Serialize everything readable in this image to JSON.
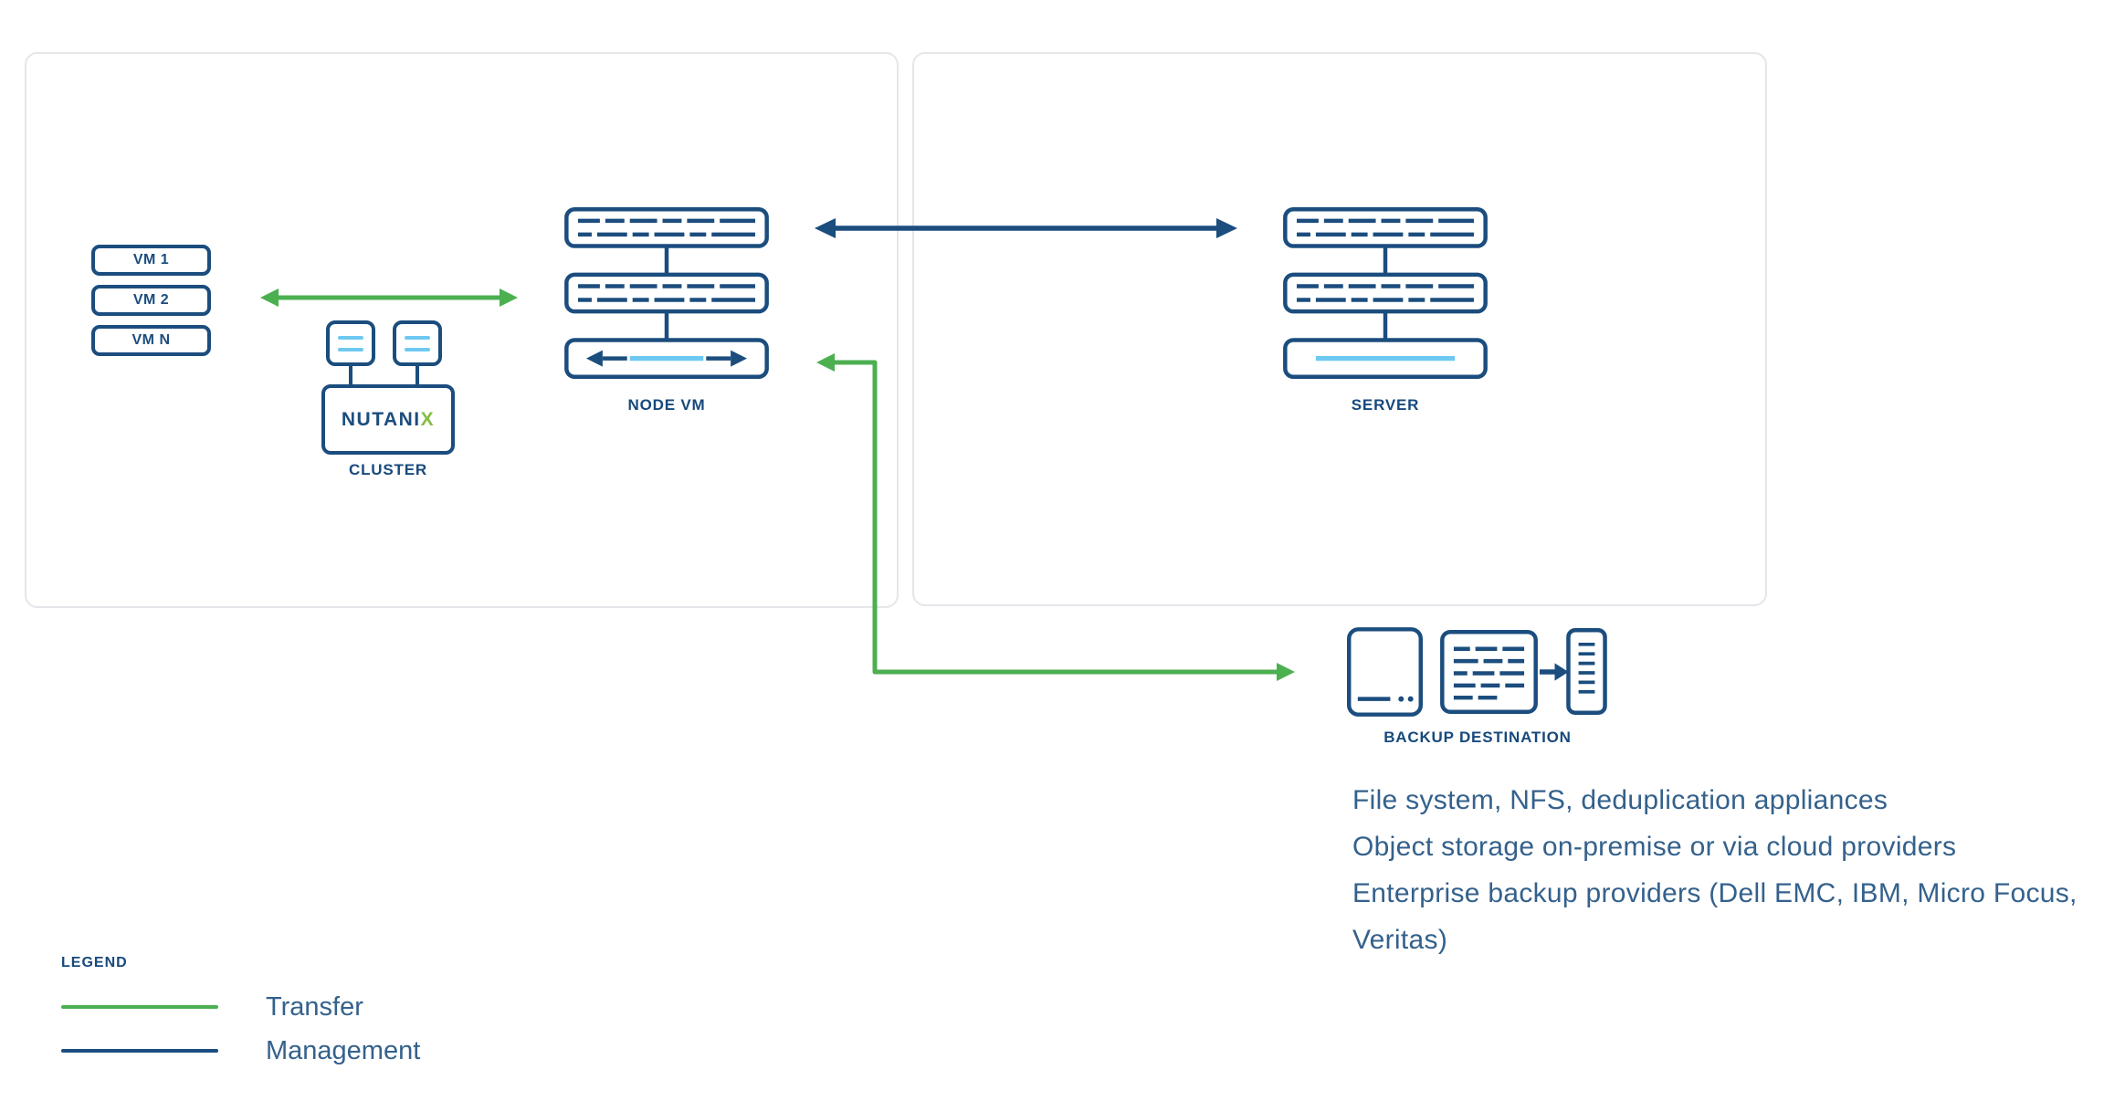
{
  "colors": {
    "navy": "#1b4d7e",
    "green": "#4caf50",
    "light_blue": "#6ec9f2",
    "text_blue": "#34618c",
    "panel_border": "#e4e6ea",
    "nutanix_accent": "#84bd41"
  },
  "left_panel": {
    "vm_stack": {
      "items": [
        {
          "label": "VM 1"
        },
        {
          "label": "VM 2"
        },
        {
          "label": "VM N"
        }
      ]
    },
    "cluster": {
      "logo_text": "NUTANI",
      "logo_accent": "X",
      "label": "CLUSTER"
    },
    "node_vm": {
      "label": "NODE VM"
    }
  },
  "right_panel": {
    "server_label": "SERVER"
  },
  "backup": {
    "label": "BACKUP DESTINATION",
    "descriptions": [
      "File system, NFS, deduplication appliances",
      "Object storage on-premise or via cloud providers",
      "Enterprise backup providers (Dell EMC, IBM, Micro Focus, Veritas)"
    ]
  },
  "legend": {
    "title": "LEGEND",
    "items": [
      {
        "label": "Transfer",
        "color": "#4caf50"
      },
      {
        "label": "Management",
        "color": "#1b4d7e"
      }
    ]
  }
}
